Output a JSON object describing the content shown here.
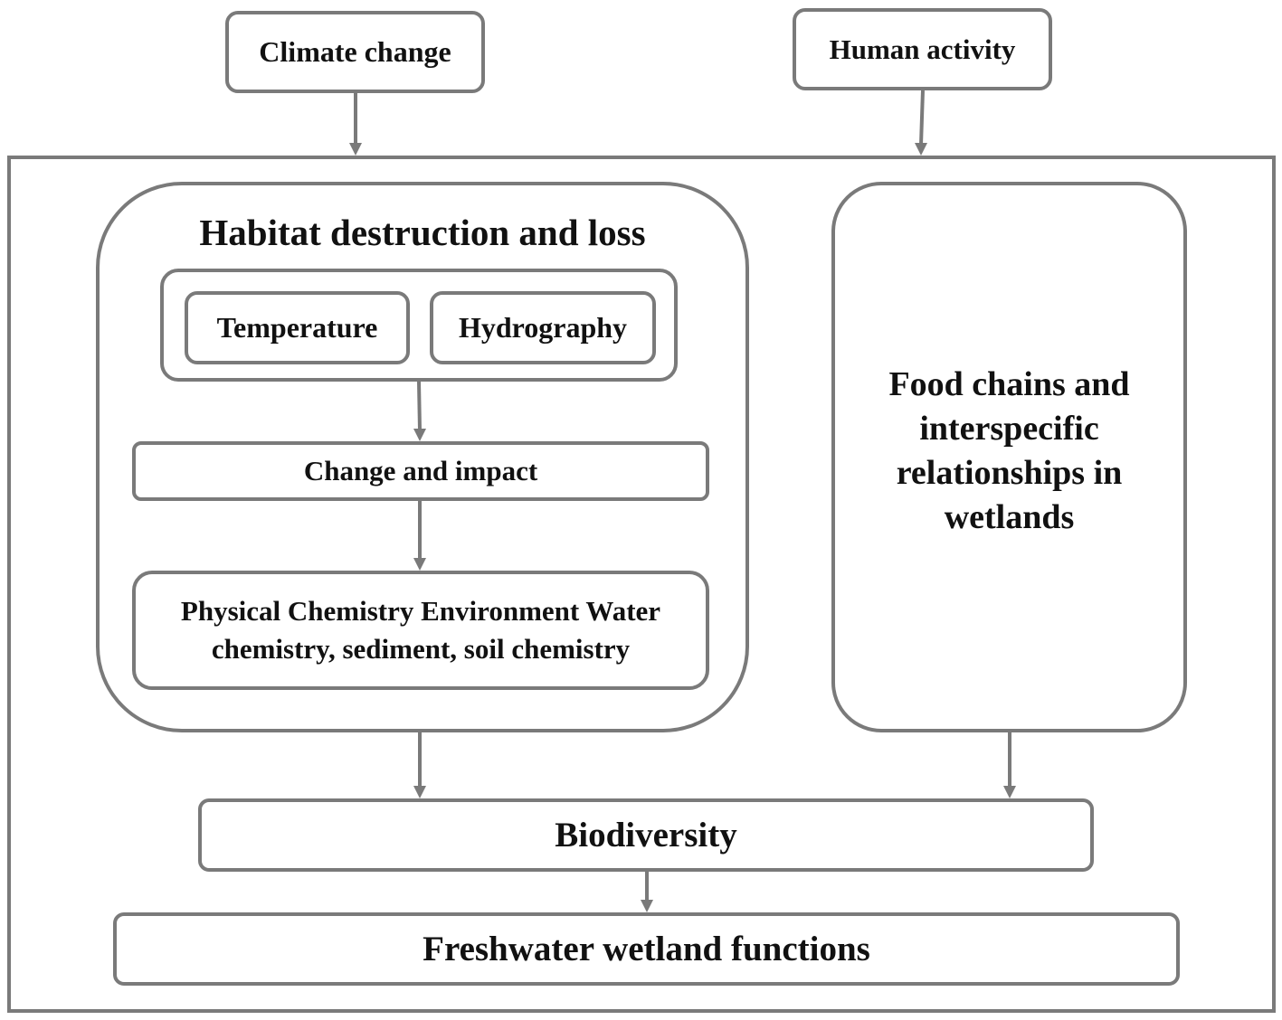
{
  "diagram": {
    "drivers": {
      "climate_change": "Climate change",
      "human_activity": "Human activity"
    },
    "habitat": {
      "title": "Habitat destruction and loss",
      "temperature": "Temperature",
      "hydrography": "Hydrography",
      "change_impact": "Change and impact",
      "physical_chemistry_line1": "Physical Chemistry Environment Water",
      "physical_chemistry_line2": "chemistry, sediment, soil chemistry"
    },
    "food_chains": {
      "line1": "Food chains and",
      "line2": "interspecific",
      "line3": "relationships in",
      "line4": "wetlands"
    },
    "biodiversity": "Biodiversity",
    "freshwater_functions": "Freshwater wetland functions"
  },
  "colors": {
    "stroke": "#7a7a7a",
    "text": "#111111",
    "background": "#ffffff"
  }
}
